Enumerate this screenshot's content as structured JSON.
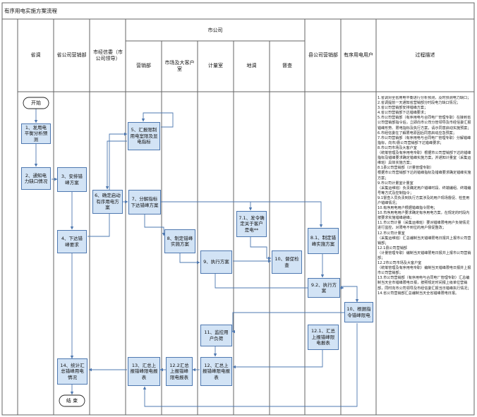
{
  "title": "有序用电实施方案流程",
  "lanes": {
    "group_label": "市公司",
    "sheng_diao": "省调",
    "sheng_yingxiao": "省公司营销部",
    "shi_jingxin": "市经信委（市公司领导）",
    "yingxiao": "营销部",
    "shichang": "市场及大客户室",
    "jiliang": "计量室",
    "di_diao": "地调",
    "jiancha": "督查",
    "xian_yingxiao": "县公司营销部",
    "users": "有序用电用户",
    "process_desc": "过程描述"
  },
  "nodes": {
    "start": "开始",
    "n1": "1、发用电平衡分析预测",
    "n2": "2、通知电力缺口情况",
    "n3": "3、安排错峰方案",
    "n4": "4、下达错峰要求",
    "n5": "5、汇报限制用电室限及显电指标",
    "n6": "6、确定启动有序用电方案",
    "n7": "7、分解指标下达错峰方案",
    "n8": "8、制定错峰实施方案",
    "n71": "7.1、发令确定关于客户是电**",
    "n8r": "8.1、制定错峰实施方案",
    "n9": "9、执行方案",
    "n10": "10、督促检查",
    "n92": "9.2、执行方案",
    "n10r": "10、根据指令错峰限电",
    "n11": "11、监控用户负荷",
    "n112": "12.1、汇总上报错峰限电报表",
    "n12": "12、汇总上报错峰限电报表",
    "n122": "12.2汇总上报错峰限电报表",
    "n13": "13、汇总上报错峰限电报表",
    "n14": "14、统计汇总错峰用电情况",
    "end": "结 束"
  },
  "description": [
    "1.省调对全省用电平衡进行分析预测，及时预测电力缺口；",
    "2.省调提前一天通知省营销部分时段电力缺口情况；",
    "3.省公司营销部安排错峰方案；",
    "4.省公司营销部下达错峰要求；",
    "5.市公司营销部（有序用电与合同电厂管理专职）在接到省公司营销部指令后，立即向市公司分管领导及市经信委汇报错峰形势、限电指标及执行方案，请示同意启动实施预案；",
    "6.市经信委在了解限电原因后同意启动应急预案；",
    "7.市公司营销部（有序用电与合同电厂管理专职）分解错峰指标，向市/县公司营销部下达错峰要求；",
    "8.市公司市场及大客户室",
    "（统筹管理及有序用电专职）根据市公司营销部下达的错峰指标及错峰要求确定错峰实施方案，并通知计量室（采集运维班）具体实施方案；",
    "8.1县公司营销部（计量管理专职）",
    "根据市公司营销部下达的错峰指标及错峰要求确定错峰实施方案；",
    "9.市公司计量室计量室",
    "（采集运维班）负责确定用户错峰时段、终端编组、终端编号等方式及控制指令；",
    "9.1督查人员负责到执行方案涉及的用户现场督促、检查用户错峰情况；",
    "10.有序用电用户根据错峰指令限电；",
    "10.市序用电用户要求确定有序用电方案，在规定的时段内按要求实施错峰避峰；",
    "11.市公司计量（采集运维班）要对错峰限电用户负荷情况进行监控，对限电不到位的用户督促整改；",
    "12.市公司计量室",
    "（采集运维班）汇总编制当天错峰限电日报并上报市公司营销部；",
    "12.1县公司营销部",
    "（计量管理专职）编制当天错峰限电日报并上报市公司营销部；",
    "12.2市公司市场及大客户室",
    "（统筹管理及有序用电专职）编制当天错峰限电日报并上报市公司营销部；",
    "13.市公司营销部（有序用电与合同电厂管理专职）汇总编制当天全市错峰限电日报，按照规定时间报上级单位营销部，同时向市公司领导及市经信委汇报当日错峰执行情况；",
    "14.省公司营销部汇总编制当天全省错峰限电日报。"
  ]
}
